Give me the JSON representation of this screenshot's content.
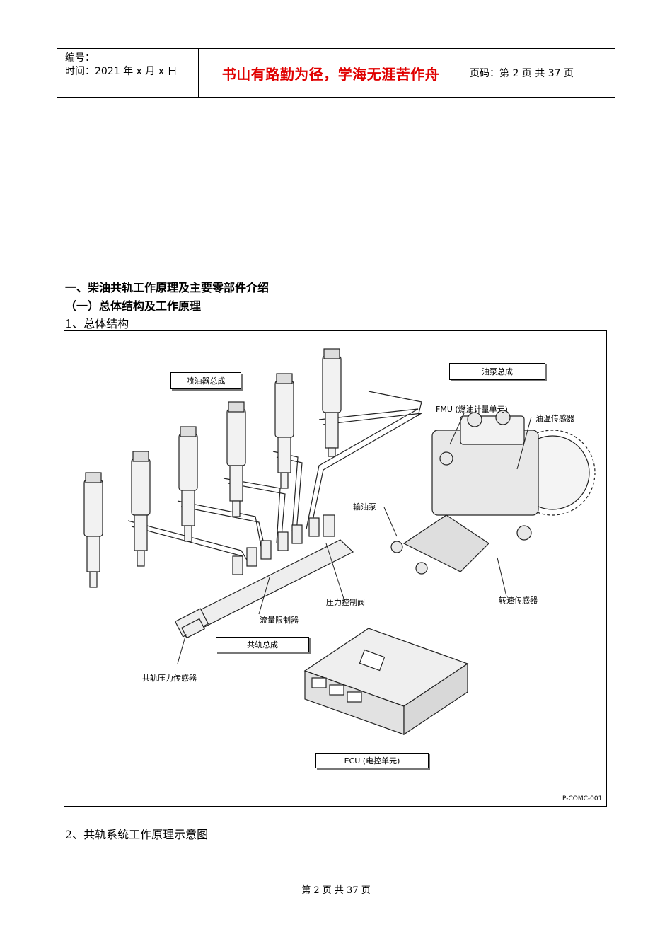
{
  "header": {
    "number_label": "编号：",
    "time_label": "时间：2021 年 x 月 x 日",
    "motto": "书山有路勤为径，学海无涯苦作舟",
    "page_info": "页码：第 2 页  共 37 页"
  },
  "section": {
    "heading1": "一、柴油共轨工作原理及主要零部件介绍",
    "heading2": "（一）总体结构及工作原理",
    "item1": "1、总体结构",
    "item2": "2、共轨系统工作原理示意图"
  },
  "figure": {
    "injector_assembly": "喷油器总成",
    "pump_assembly": "油泵总成",
    "fmu": "FMU (燃油计量单元)",
    "oil_temp_sensor": "油温传感器",
    "feed_pump": "输油泵",
    "pressure_control_valve": "压力控制阀",
    "speed_sensor": "转速传感器",
    "flow_limiter": "流量限制器",
    "rail_assembly": "共轨总成",
    "rail_pressure_sensor": "共轨压力传感器",
    "ecu": "ECU (电控单元)",
    "figure_code": "P-COMC-001"
  },
  "footer": {
    "page": "第 2 页 共 37 页"
  }
}
